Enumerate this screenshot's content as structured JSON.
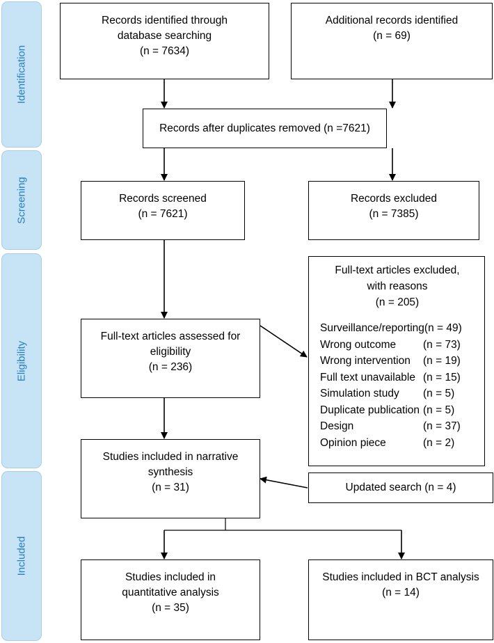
{
  "phases": [
    {
      "key": "identification",
      "label": "Identification"
    },
    {
      "key": "screening",
      "label": "Screening"
    },
    {
      "key": "eligibility",
      "label": "Eligibility"
    },
    {
      "key": "included",
      "label": "Included"
    }
  ],
  "boxes": {
    "db_search": {
      "lines": [
        "Records identified through",
        "database searching",
        "(n = 7634)"
      ]
    },
    "additional": {
      "lines": [
        "Additional records identified",
        "(n = 69)"
      ]
    },
    "dedup": {
      "lines": [
        "Records after duplicates removed (n =7621)"
      ]
    },
    "screened": {
      "lines": [
        "Records screened",
        "(n = 7621)"
      ]
    },
    "excluded": {
      "lines": [
        "Records excluded",
        "(n = 7385)"
      ]
    },
    "fulltext": {
      "lines": [
        "Full-text articles assessed for",
        "eligibility",
        "(n = 236)"
      ]
    },
    "fulltext_excluded": {
      "lines": [
        "Full-text articles excluded,",
        "with reasons",
        "(n = 205)"
      ],
      "reasons": [
        {
          "label": "Surveillance/reporting",
          "count": "(n = 49)"
        },
        {
          "label": "Wrong outcome",
          "count": "(n = 73)"
        },
        {
          "label": "Wrong intervention",
          "count": "(n = 19)"
        },
        {
          "label": "Full text unavailable",
          "count": "(n = 15)"
        },
        {
          "label": "Simulation study",
          "count": "(n = 5)"
        },
        {
          "label": "Duplicate publication",
          "count": "(n = 5)"
        },
        {
          "label": "Design",
          "count": "(n = 37)"
        },
        {
          "label": "Opinion piece",
          "count": "(n = 2)"
        }
      ]
    },
    "narrative": {
      "lines": [
        "Studies included in narrative",
        "synthesis",
        "(n = 31)"
      ]
    },
    "updated": {
      "lines": [
        "Updated search (n = 4)"
      ]
    },
    "quantitative": {
      "lines": [
        "Studies included in",
        "quantitative analysis",
        "(n = 35)"
      ]
    },
    "bct": {
      "lines": [
        "Studies included in BCT analysis",
        "(n = 14)"
      ]
    }
  }
}
